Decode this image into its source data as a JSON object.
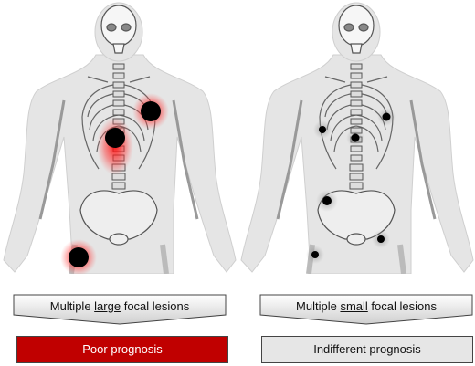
{
  "left": {
    "label_pre": "Multiple ",
    "label_emph": "large",
    "label_post": " focal lesions",
    "result": "Poor prognosis",
    "result_color": "#c00000"
  },
  "right": {
    "label_pre": "Multiple ",
    "label_emph": "small",
    "label_post": " focal lesions",
    "result": "Indifferent prognosis",
    "result_color": "#e6e6e6"
  },
  "lesion_color": "#000000",
  "glow_color": "#ff0000"
}
